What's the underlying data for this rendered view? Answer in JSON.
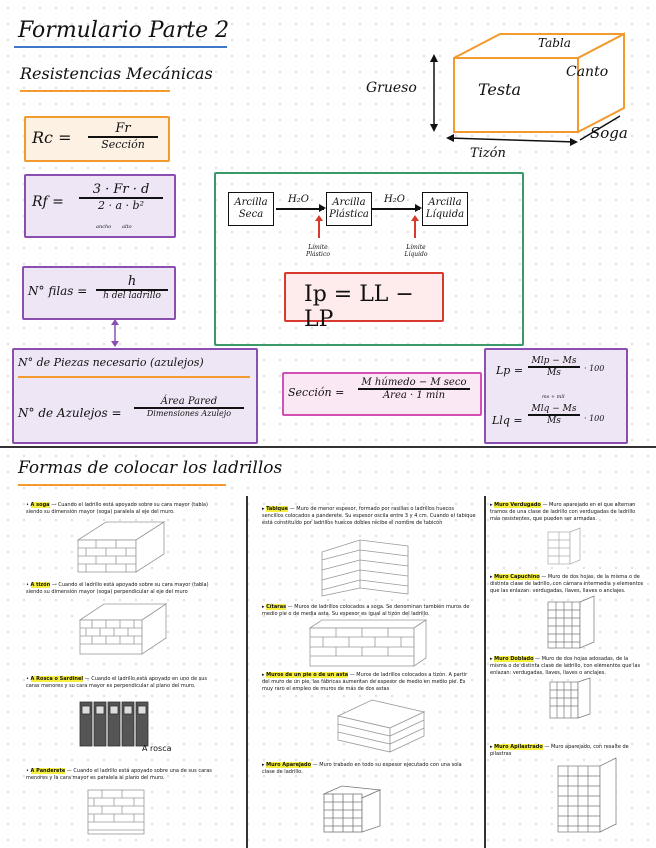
{
  "header": {
    "title": "Formulario Parte 2",
    "subtitle": "Resistencias Mecánicas"
  },
  "formulas": {
    "rc": {
      "lhs": "Rc =",
      "num": "Fr",
      "den": "Sección"
    },
    "rf": {
      "lhs": "Rf =",
      "num": "3 · Fr · d",
      "den": "2 · a · b²",
      "sub_a": "ancho",
      "sub_b": "alto"
    },
    "filas": {
      "lhs": "N° filas =",
      "num": "h",
      "den": "h del ladrillo"
    },
    "piezas": {
      "text": "N° de Piezas necesario (azulejos)"
    },
    "azulejos": {
      "lhs": "N° de Azulejos =",
      "num": "Área Pared",
      "den": "Dimensiones Azulejo"
    },
    "seccion": {
      "lhs": "Sección =",
      "num": "M húmedo − M seco",
      "den": "Área · 1 min"
    },
    "lp": {
      "lhs": "Lp =",
      "num": "Mlp − Ms",
      "den": "Ms",
      "mult": "· 100"
    },
    "llq": {
      "lhs": "Llq =",
      "num": "Mlq − Ms",
      "den": "Ms",
      "mult": "· 100",
      "sup": "ms + mll"
    }
  },
  "brick_3d": {
    "top": "Tabla",
    "front": "Testa",
    "side": "Canto",
    "height": "Grueso",
    "width": "Tizón",
    "depth": "Soga"
  },
  "flow": {
    "nodes": [
      "Arcilla Seca",
      "Arcilla Plástica",
      "Arcilla Líquida"
    ],
    "edge_label": "H₂O",
    "limits": [
      "Límite Plástico",
      "Límite Líquido"
    ],
    "ip_formula": "Ip = LL − LP"
  },
  "section2": {
    "title": "Formas de colocar los ladrillos"
  },
  "col1": [
    {
      "term": "A soga",
      "text": " — Cuando el ladrillo está apoyado sobre su cara mayor (tabla) siendo su dimensión mayor (soga) paralela al eje del muro."
    },
    {
      "term": "A tizón",
      "text": " — Cuando el ladrillo está apoyado sobre su cara mayor (tabla) siendo su dimensión mayor (soga) perpendicular al eje del muro"
    },
    {
      "term": "A Rosca o Sardinel",
      "text": " — Cuando el ladrillo está apoyado en uno de sus caras menores y su cara mayor es perpendicular al plano del muro."
    },
    {
      "term": "A Panderete",
      "text": " — Cuando el ladrillo está apoyado sobre una de sus caras menores y la cara mayor es paralela al plano del muro."
    }
  ],
  "col1_caption": "A rosca",
  "col2": [
    {
      "term": "Tabique",
      "text": " — Muro de menor espesor, formado por rasillas o ladrillos huecos sencillos colocados a panderete. Su espesor oscila entre 3 y 4 cm. Cuando el tabique está constituido por ladrillos huecos dobles recibe el nombre de tabicón"
    },
    {
      "term": "Cítaras",
      "text": " — Muros de ladrillos colocados a soga. Se denominan también muros de medio pie o de media asta. Su espesor es igual al tizón del ladrillo."
    },
    {
      "term": "Muros de un pie o de un asta",
      "text": " — Muros de ladrillos colocados a tizón. A partir del muro de un pie, las fábricas aumentan de espesor de medio en medio pie. Es muy raro el empleo de muros de más de dos astas"
    },
    {
      "term": "Muro Aparejado",
      "text": " — Muro trabado en todo su espesor ejecutado con una sola clase de ladrillo."
    }
  ],
  "col3": [
    {
      "term": "Muro Verdugado",
      "text": " — Muro aparejado en el que alternan tramos de una clase de ladrillo con verdugadas de ladrillo más resistentes, que pueden ser armadas."
    },
    {
      "term": "Muro Capuchino",
      "text": " — Muro de dos hojas, de la misma o de distinta clase de ladrillo, con cámara intermedia y elementos que las enlazan: verdugadas, llaves, llaves o anclajes."
    },
    {
      "term": "Muro Doblado",
      "text": " — Muro de dos hojas adosadas, de la misma o de distinta clase de ladrillo, con elementos que las enlazan: verdugadas, llaves, llaves o anclajes."
    },
    {
      "term": "Muro Apilastrado",
      "text": " — Muro aparejado, con resalte de pilastras"
    }
  ],
  "colors": {
    "orange": "#f29a2e",
    "purple": "#8a4fb0",
    "green": "#3a9a6a",
    "red": "#d93a2e",
    "pink": "#d34fb4",
    "blue": "#3c7ac9",
    "highlight": "#f7f13e"
  }
}
